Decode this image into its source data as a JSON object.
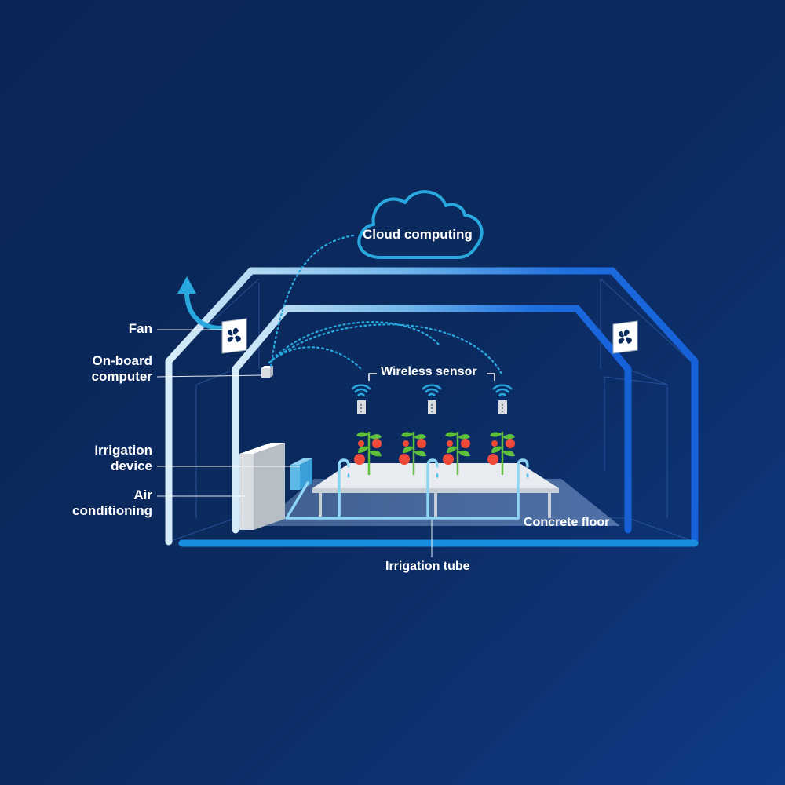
{
  "labels": {
    "cloud": "Cloud computing",
    "fan": "Fan",
    "onboard_1": "On-board",
    "onboard_2": "computer",
    "irrigation_device_1": "Irrigation",
    "irrigation_device_2": "device",
    "air_1": "Air",
    "air_2": "conditioning",
    "wireless_sensor": "Wireless sensor",
    "concrete_floor": "Concrete floor",
    "irrigation_tube": "Irrigation tube"
  },
  "colors": {
    "background": "#0b2a5e",
    "frame_light": "#cfe6f7",
    "frame_blue": "#1a73e8",
    "accent": "#29a8e0",
    "tomato": "#f04b3a",
    "leaf": "#5fbf3a",
    "table": "#dfe4ea",
    "ac_unit": "#d9dde2"
  },
  "plant_groups": [
    "tomato-plant",
    "tomato-plant",
    "tomato-plant",
    "tomato-plant"
  ],
  "sensor_count": 3
}
